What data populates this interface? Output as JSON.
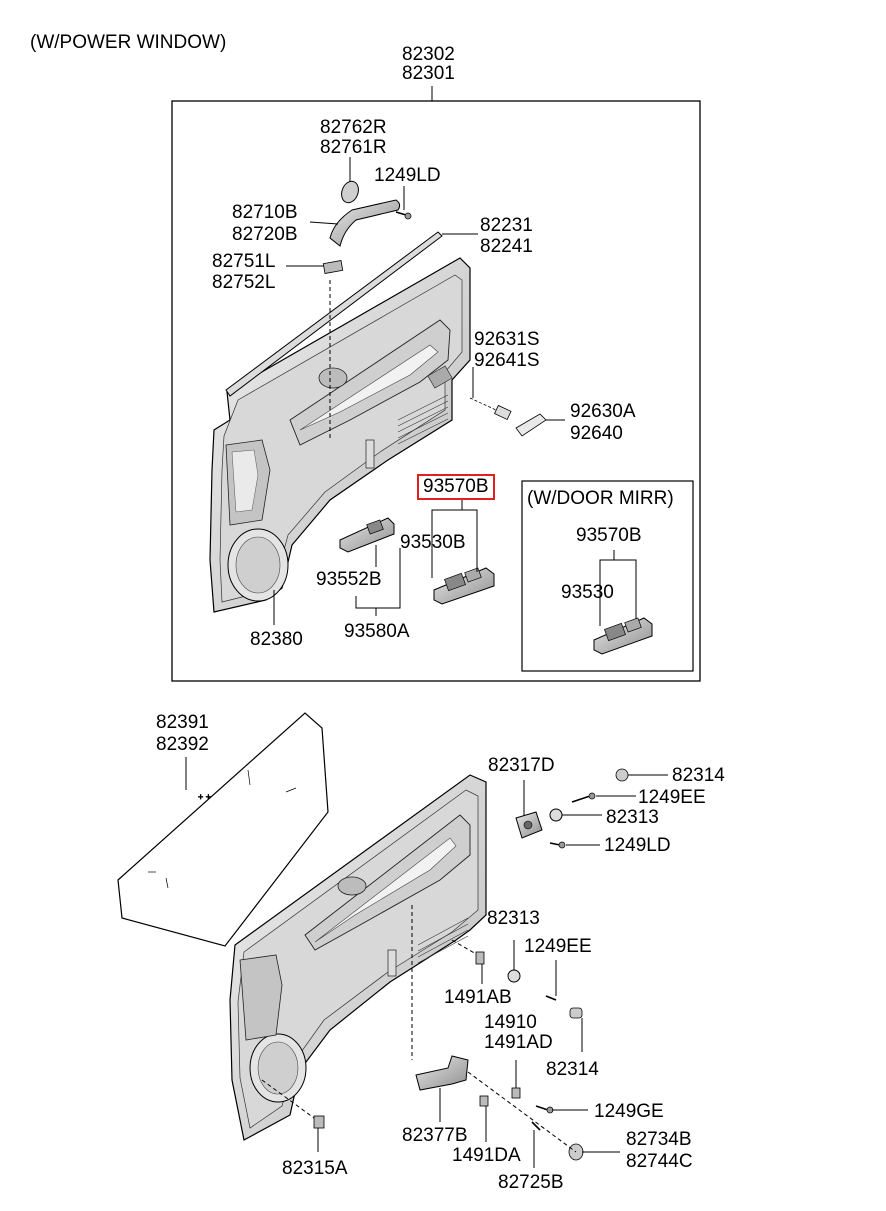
{
  "header": {
    "title": "(W/POWER WINDOW)"
  },
  "highlight_color": "#e02020",
  "upper": {
    "assembly": [
      "82302",
      "82301"
    ],
    "labels": {
      "p82762R": "82762R",
      "p82761R": "82761R",
      "p1249LD": "1249LD",
      "p82710B": "82710B",
      "p82720B": "82720B",
      "p82231": "82231",
      "p82241": "82241",
      "p82751L": "82751L",
      "p82752L": "82752L",
      "p92631S": "92631S",
      "p92641S": "92641S",
      "p92630A": "92630A",
      "p92640": "92640",
      "p93570B": "93570B",
      "p93530B": "93530B",
      "p93552B": "93552B",
      "p93580A": "93580A",
      "p82380": "82380"
    },
    "inset": {
      "title": "(W/DOOR MIRR)",
      "p93570B": "93570B",
      "p93530": "93530"
    }
  },
  "lower": {
    "labels": {
      "p82391": "82391",
      "p82392": "82392",
      "p82317D": "82317D",
      "p82314a": "82314",
      "p1249EEa": "1249EE",
      "p82313a": "82313",
      "p1249LD": "1249LD",
      "p82313b": "82313",
      "p1249EEb": "1249EE",
      "p1491AB": "1491AB",
      "p14910": "14910",
      "p1491AD": "1491AD",
      "p82314b": "82314",
      "p1249GE": "1249GE",
      "p82377B": "82377B",
      "p1491DA": "1491DA",
      "p82734B": "82734B",
      "p82744C": "82744C",
      "p82725B": "82725B",
      "p82315A": "82315A"
    }
  }
}
